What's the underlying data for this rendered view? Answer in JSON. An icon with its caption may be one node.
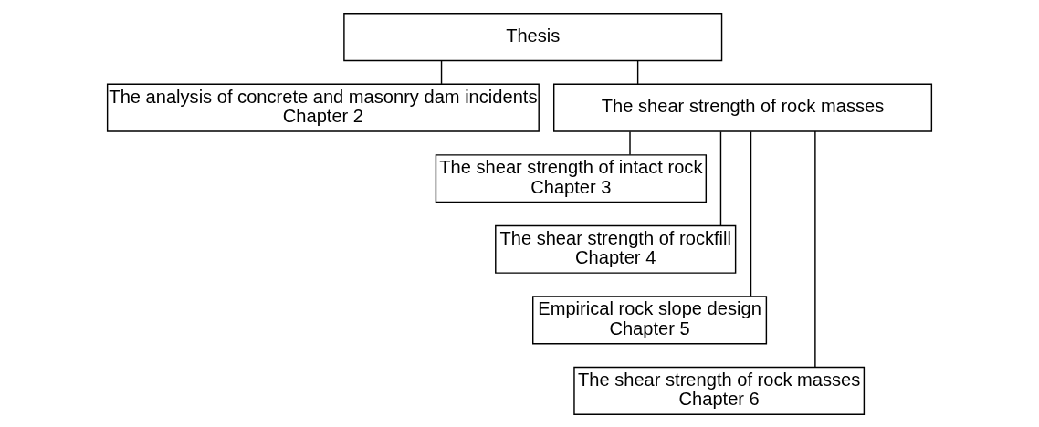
{
  "diagram": {
    "nodes": [
      {
        "text": [
          "Thesis"
        ]
      },
      {
        "text": [
          "The analysis of concrete and masonry dam incidents",
          "Chapter 2"
        ]
      },
      {
        "text": [
          "The shear strength of rock masses"
        ]
      },
      {
        "text": [
          "The shear strength of intact rock",
          "Chapter 3"
        ]
      },
      {
        "text": [
          "The shear strength of rockfill",
          "Chapter 4"
        ]
      },
      {
        "text": [
          "Empirical rock slope design",
          "Chapter 5"
        ]
      },
      {
        "text": [
          "The shear strength of rock masses",
          "Chapter 6"
        ]
      }
    ],
    "edges": [
      {
        "from": 0,
        "to": 1,
        "arrow": "none"
      },
      {
        "from": 0,
        "to": 2,
        "arrow": "none"
      },
      {
        "from": 2,
        "to": 3,
        "arrow": "none"
      },
      {
        "from": 2,
        "to": 4,
        "arrow": "none"
      },
      {
        "from": 2,
        "to": 5,
        "arrow": "none"
      },
      {
        "from": 2,
        "to": 6,
        "arrow": "none"
      }
    ]
  }
}
